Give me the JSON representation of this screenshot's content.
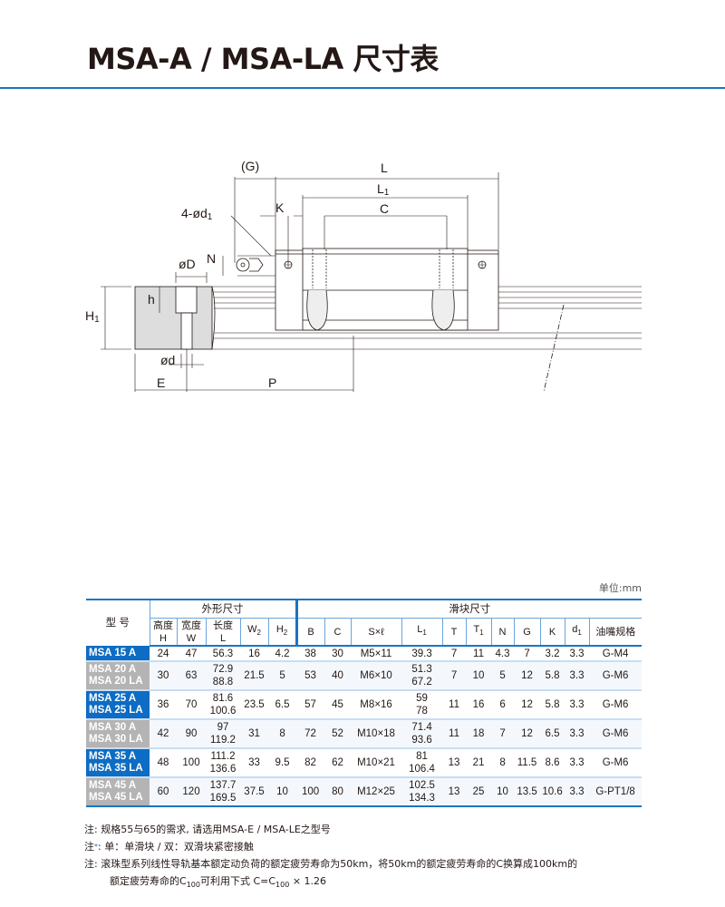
{
  "title": "MSA-A / MSA-LA 尺寸表",
  "drawing_labels": {
    "G": "(G)",
    "L": "L",
    "L1": "L",
    "L1_sub": "1",
    "K": "K",
    "C": "C",
    "d1": "4-ød",
    "d1_sub": "1",
    "N": "N",
    "D": "øD",
    "h": "h",
    "H1": "H",
    "H1_sub": "1",
    "d": "ød",
    "E": "E",
    "P": "P"
  },
  "unit": "单位:mm",
  "table": {
    "model_header": "型 号",
    "group_outer": "外形尺寸",
    "group_block": "滑块尺寸",
    "sub_headers": [
      {
        "l1": "高度",
        "l2": "H"
      },
      {
        "l1": "宽度",
        "l2": "W"
      },
      {
        "l1": "长度",
        "l2": "L"
      },
      {
        "l1": "W",
        "sub": "2"
      },
      {
        "l1": "H",
        "sub": "2"
      },
      {
        "l1": "B"
      },
      {
        "l1": "C"
      },
      {
        "l1": "S×ℓ"
      },
      {
        "l1": "L",
        "sub": "1"
      },
      {
        "l1": "T"
      },
      {
        "l1": "T",
        "sub": "1"
      },
      {
        "l1": "N"
      },
      {
        "l1": "G"
      },
      {
        "l1": "K"
      },
      {
        "l1": "d",
        "sub": "1"
      },
      {
        "l1": "油嘴规格"
      }
    ],
    "rows": [
      {
        "models": [
          "MSA 15 A"
        ],
        "color": "blue",
        "H": "24",
        "W": "47",
        "L": [
          "56.3"
        ],
        "W2": "16",
        "H2": "4.2",
        "B": "38",
        "C": "30",
        "S": "M5×11",
        "L1": [
          "39.3"
        ],
        "T": "7",
        "T1": "11",
        "N": "4.3",
        "G": "7",
        "K": "3.2",
        "d1": "3.3",
        "nipple": "G-M4"
      },
      {
        "models": [
          "MSA 20 A",
          "MSA 20 LA"
        ],
        "color": "grey",
        "H": "30",
        "W": "63",
        "L": [
          "72.9",
          "88.8"
        ],
        "W2": "21.5",
        "H2": "5",
        "B": "53",
        "C": "40",
        "S": "M6×10",
        "L1": [
          "51.3",
          "67.2"
        ],
        "T": "7",
        "T1": "10",
        "N": "5",
        "G": "12",
        "K": "5.8",
        "d1": "3.3",
        "nipple": "G-M6"
      },
      {
        "models": [
          "MSA 25 A",
          "MSA 25 LA"
        ],
        "color": "blue",
        "H": "36",
        "W": "70",
        "L": [
          "81.6",
          "100.6"
        ],
        "W2": "23.5",
        "H2": "6.5",
        "B": "57",
        "C": "45",
        "S": "M8×16",
        "L1": [
          "59",
          "78"
        ],
        "T": "11",
        "T1": "16",
        "N": "6",
        "G": "12",
        "K": "5.8",
        "d1": "3.3",
        "nipple": "G-M6"
      },
      {
        "models": [
          "MSA 30 A",
          "MSA 30 LA"
        ],
        "color": "grey",
        "H": "42",
        "W": "90",
        "L": [
          "97",
          "119.2"
        ],
        "W2": "31",
        "H2": "8",
        "B": "72",
        "C": "52",
        "S": "M10×18",
        "L1": [
          "71.4",
          "93.6"
        ],
        "T": "11",
        "T1": "18",
        "N": "7",
        "G": "12",
        "K": "6.5",
        "d1": "3.3",
        "nipple": "G-M6"
      },
      {
        "models": [
          "MSA 35 A",
          "MSA 35 LA"
        ],
        "color": "blue",
        "H": "48",
        "W": "100",
        "L": [
          "111.2",
          "136.6"
        ],
        "W2": "33",
        "H2": "9.5",
        "B": "82",
        "C": "62",
        "S": "M10×21",
        "L1": [
          "81",
          "106.4"
        ],
        "T": "13",
        "T1": "21",
        "N": "8",
        "G": "11.5",
        "K": "8.6",
        "d1": "3.3",
        "nipple": "G-M6"
      },
      {
        "models": [
          "MSA 45 A",
          "MSA 45 LA"
        ],
        "color": "grey",
        "H": "60",
        "W": "120",
        "L": [
          "137.7",
          "169.5"
        ],
        "W2": "37.5",
        "H2": "10",
        "B": "100",
        "C": "80",
        "S": "M12×25",
        "L1": [
          "102.5",
          "134.3"
        ],
        "T": "13",
        "T1": "25",
        "N": "10",
        "G": "13.5",
        "K": "10.6",
        "d1": "3.3",
        "nipple": "G-PT1/8"
      }
    ]
  },
  "notes": {
    "n1": "注: 规格55与65的需求, 请选用MSA-E / MSA-LE之型号",
    "n2_prefix": "注",
    "n2_star": "*",
    "n2": ": 单：单滑块 / 双：双滑块紧密接触",
    "n3": "注: 滚珠型系列线性导轨基本额定动负荷的额定疲劳寿命为50km，将50km的额定疲劳寿命的C换算成100km的",
    "n3b_a": "额定疲劳寿命的C",
    "n3b_sub": "100",
    "n3b_b": "可利用下式 C=C",
    "n3b_sub2": "100",
    "n3b_c": " × 1.26"
  },
  "colors": {
    "accent": "#1a74c4",
    "model_blue": "#0d6cc3",
    "model_grey": "#b4b4b4"
  }
}
